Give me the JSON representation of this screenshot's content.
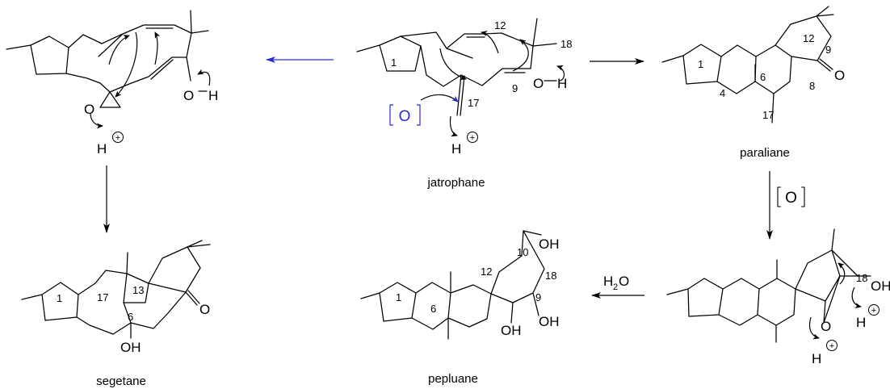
{
  "compounds": {
    "jatrophane": {
      "name": "jatrophane",
      "locants": [
        "1",
        "12",
        "18",
        "9",
        "17"
      ],
      "atoms": {
        "hydroxyl_o": "O",
        "hydroxyl_h": "H",
        "proton": "H"
      },
      "oxidant": "O"
    },
    "paraliane": {
      "name": "paraliane",
      "locants": [
        "12",
        "9",
        "1",
        "6",
        "8",
        "4",
        "17"
      ],
      "atoms": {
        "ketone_o": "O"
      }
    },
    "epoxide_intermediate": {
      "atoms": {
        "epoxide_o": "O",
        "hydroxyl_o": "O",
        "hydroxyl_h": "H",
        "proton": "H"
      }
    },
    "segetane": {
      "name": "segetane",
      "locants": [
        "13",
        "1",
        "17",
        "6"
      ],
      "atoms": {
        "ketone_o": "O",
        "hydroxyl": "OH"
      }
    },
    "epoxy_paraliane": {
      "locants": [
        "18"
      ],
      "atoms": {
        "hydroxyl": "OH",
        "epoxide_o": "O",
        "proton_1": "H",
        "proton_2": "H"
      }
    },
    "pepluane": {
      "name": "pepluane",
      "locants": [
        "10",
        "12",
        "18",
        "9",
        "1",
        "6"
      ],
      "atoms": {
        "hydroxyl_10": "OH",
        "hydroxyl_9": "OH",
        "hydroxyl_8": "OH"
      }
    }
  },
  "arrows": {
    "to_paraliane": {
      "label": ""
    },
    "to_epoxide_intermediate": {
      "label": "",
      "color": "#2b2bd6"
    },
    "to_segetane": {
      "label": ""
    },
    "to_epoxy_paraliane": {
      "label": "O"
    },
    "to_pepluane": {
      "label": "H",
      "label_sub": "2",
      "label_tail": "O"
    }
  },
  "colors": {
    "ink": "#000000",
    "oxidant_blue": "#2b2bd6"
  }
}
